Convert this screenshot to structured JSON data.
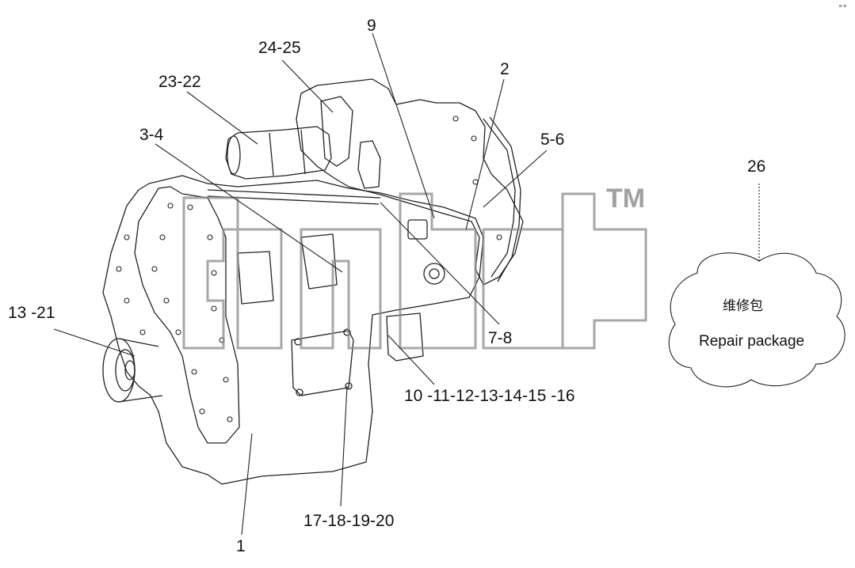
{
  "callouts": {
    "c9": "9",
    "c24_25": "24-25",
    "c2": "2",
    "c23_22": "23-22",
    "c3_4": "3-4",
    "c5_6": "5-6",
    "c26": "26",
    "c13_21": "13 -21",
    "c7_8": "7-8",
    "c10_16": "10 -11-12-13-14-15 -16",
    "c17_20": "17-18-19-20",
    "c1": "1"
  },
  "repair_package": {
    "chinese": "维修包",
    "english": "Repair package"
  },
  "watermark": {
    "trademark": "TM"
  },
  "corner_mark": "°°",
  "colors": {
    "line": "#222222",
    "watermark": "#8a8a8a",
    "background": "#ffffff"
  }
}
